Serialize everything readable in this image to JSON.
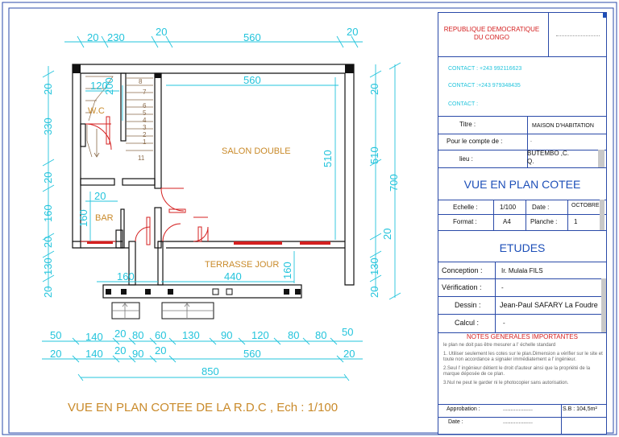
{
  "plan": {
    "rooms": {
      "wc": "W.C",
      "bar": "BAR",
      "salon": "SALON DOUBLE",
      "terrasse": "TERRASSE JOUR"
    },
    "dims": {
      "top_a": "20",
      "top_b": "230",
      "top_c": "20",
      "top_d": "560",
      "top_e": "20",
      "salon_w": "560",
      "wc_w": "120",
      "wc_stair": "200",
      "bar_w": "20",
      "bar_h": "160",
      "salon_h": "510",
      "ter_160": "160",
      "ter_440": "440",
      "ter_v160": "160",
      "left_20a": "20",
      "left_330": "330",
      "left_20b": "20",
      "left_160": "160",
      "left_20c": "20",
      "left_130": "130",
      "left_20d": "20",
      "right_20a": "20",
      "right_510": "510",
      "right_700": "700",
      "right_20b": "20",
      "right_130": "130",
      "right_20c": "20",
      "row1": [
        "50",
        "140",
        "20",
        "80",
        "60",
        "130",
        "90",
        "120",
        "80",
        "80",
        "50"
      ],
      "row2": [
        "20",
        "140",
        "20",
        "90",
        "20",
        "560",
        "20"
      ],
      "total": "850"
    },
    "stairs": [
      "8",
      "7",
      "6",
      "5",
      "4",
      "3",
      "2",
      "1",
      "11"
    ],
    "caption": "VUE EN PLAN  COTEE DE LA R.D.C , Ech : 1/100"
  },
  "cartouche": {
    "republic_line1": "REPUBLIQUE DEMOCRATIQUE",
    "republic_line2": "DU CONGO",
    "contact1": "CONTACT : +243 992116623",
    "contact2": "CONTACT :+243 979348435",
    "contact3": "CONTACT :",
    "titre_label": "Titre :",
    "titre_value": "MAISON D'HABITATION",
    "compte_label": "Pour le compte de :",
    "compte_value": ".",
    "lieu_label": "lieu :",
    "lieu_value": "BUTEMBO ,C. Q.",
    "view_title": "VUE EN PLAN COTEE",
    "echelle_label": "Echelle :",
    "echelle_value": "1/100",
    "date_label": "Date :",
    "date_value": "OCTOBRE",
    "format_label": "Format :",
    "format_value": "A4",
    "planche_label": "Planche :",
    "planche_value": "1",
    "etudes": "ETUDES",
    "conception_label": "Conception :",
    "conception_value": "Ir. Mulala FILS",
    "verification_label": "Vérification :",
    "verification_value": "-",
    "dessin_label": "Dessin :",
    "dessin_value": "Jean-Paul SAFARY La Foudre",
    "calcul_label": "Calcul :",
    "calcul_value": "-",
    "notes_title": "NOTES GENERALES IMPORTANTES",
    "note0": "le plan ne doit pas être mesurer a l' échelle standard",
    "note1": "1. Utiliser seulement les cotes sur le plan.Dimension a vérifier sur le site et toute non accordance a signaler immédiatement a l' ingénieur.",
    "note2": "2.Seul l' ingénieur détient le droit d'auteur ainsi que la propriété de la marque déposée de ce plan.",
    "note3": "3.Nul ne peut le garder ni le photocopier sans autorisation.",
    "approbation_label": "Approbation :",
    "approbation_value": "...................",
    "surface_value": "S.B : 104,5m²",
    "date2_label": "Date :",
    "date2_value": "..................."
  }
}
